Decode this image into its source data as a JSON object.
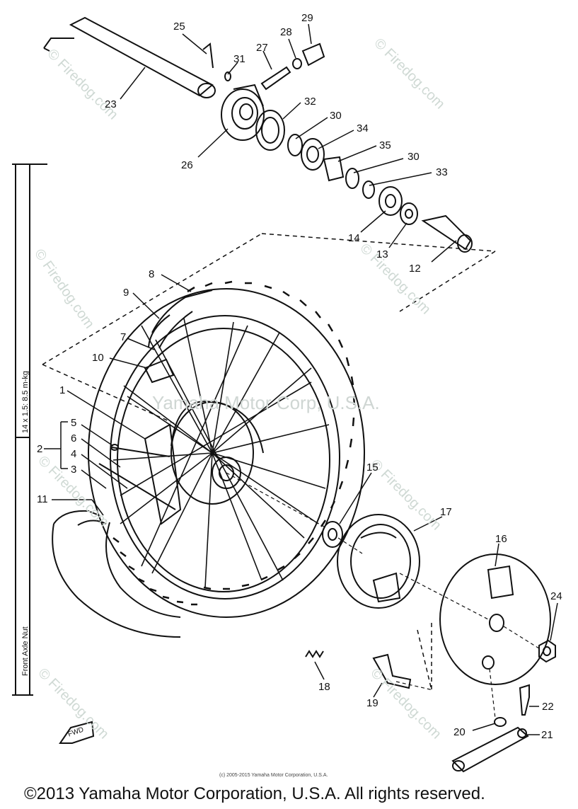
{
  "part_numbers": [
    "1",
    "2",
    "3",
    "4",
    "5",
    "6",
    "7",
    "8",
    "9",
    "10",
    "11",
    "12",
    "13",
    "14",
    "15",
    "16",
    "17",
    "18",
    "19",
    "20",
    "21",
    "22",
    "23",
    "24",
    "25",
    "26",
    "27",
    "28",
    "29",
    "30",
    "30",
    "31",
    "32",
    "33",
    "34",
    "35"
  ],
  "torque_spec": "14 x 1.5: 8.5 m-kg",
  "axle_label": "Front Axle Nut",
  "fwd_label": "FWD",
  "watermark": "© Firedog.com",
  "center_watermark": "Yamaha Motor Corp, U.S.A.",
  "small_copyright": "(c) 2005-2015 Yamaha Motor Corporation, U.S.A.",
  "footer_copyright": "©2013 Yamaha Motor Corporation, U.S.A. All rights reserved."
}
